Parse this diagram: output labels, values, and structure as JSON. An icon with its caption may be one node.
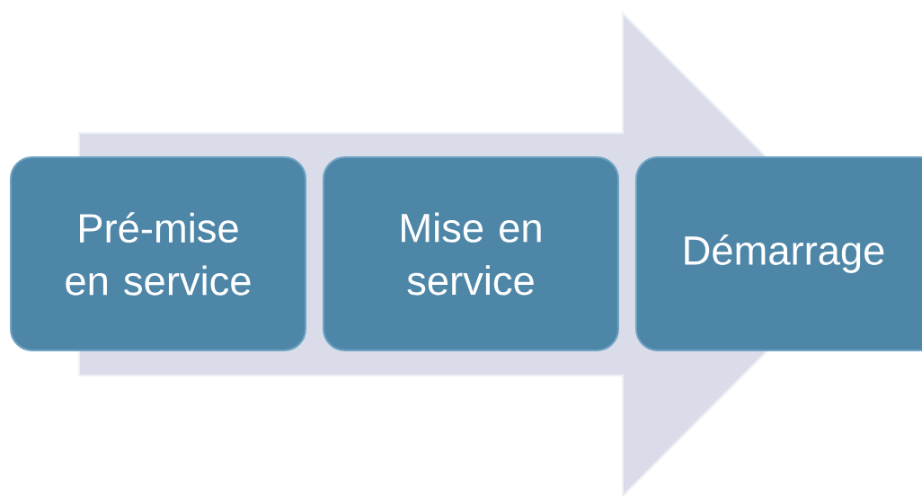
{
  "diagram": {
    "nodes": [
      {
        "text": [
          "Pré-mise en service"
        ]
      },
      {
        "text": [
          "Mise en service"
        ]
      },
      {
        "text": [
          "Démarrage"
        ]
      }
    ],
    "edges": [
      {
        "from": 0,
        "to": 2,
        "arrow": "to"
      }
    ]
  }
}
